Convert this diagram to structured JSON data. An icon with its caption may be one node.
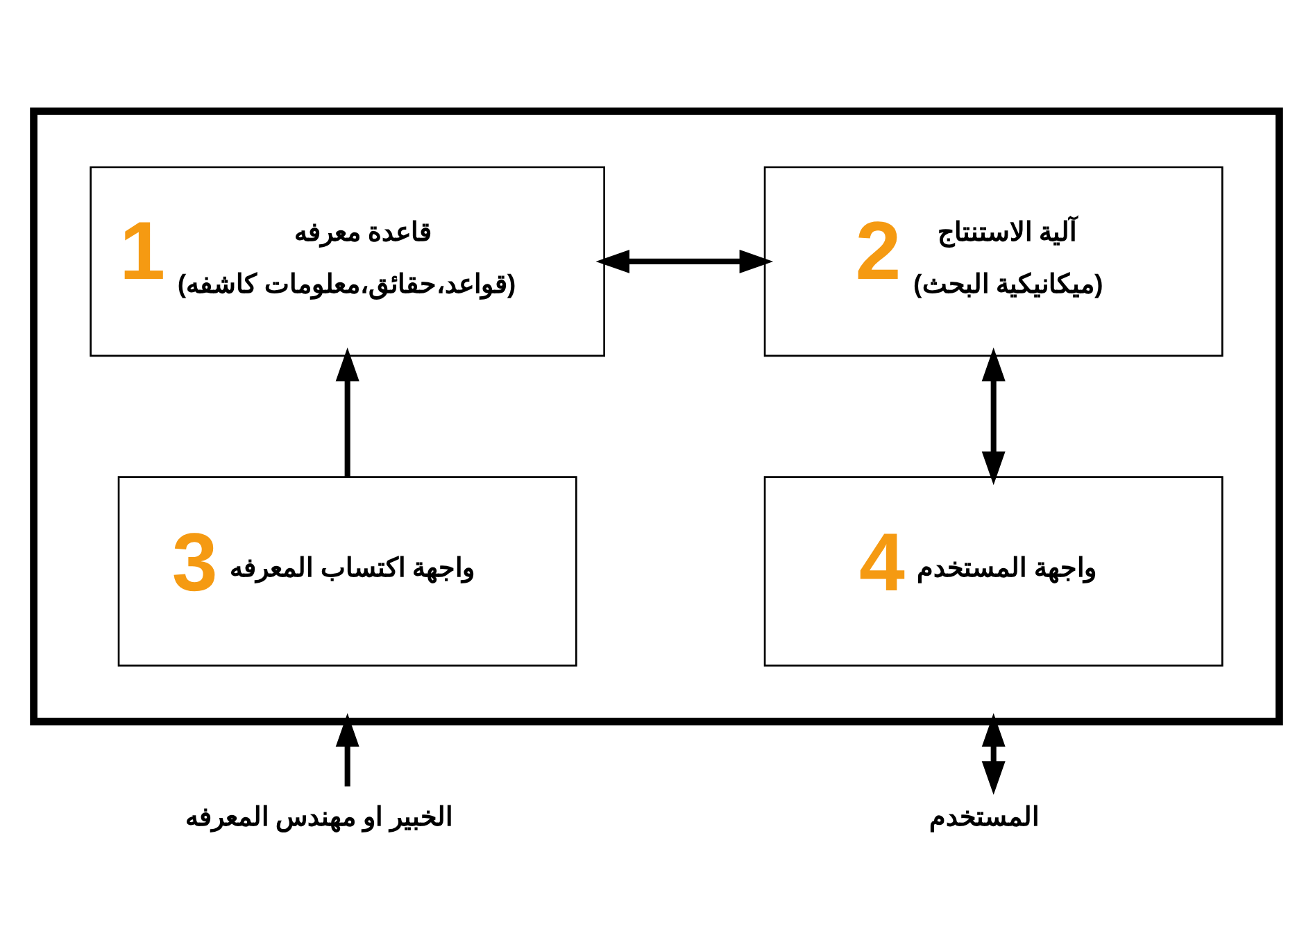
{
  "diagram": {
    "nodes": [
      {
        "text": [],
        "shape": "box"
      },
      {
        "text": [
          "قاعدة معرفه",
          "(قواعد،حقائق،معلومات كاشفه)",
          "1"
        ],
        "in": 0
      },
      {
        "text": [
          "آلية الاستنتاج",
          "(ميكانيكية البحث)",
          "2"
        ],
        "in": 0
      },
      {
        "text": [
          "واجهة اكتساب المعرفه",
          "3"
        ],
        "in": 0
      },
      {
        "text": [
          "واجهة المستخدم",
          "4"
        ],
        "in": 0
      },
      {
        "text": [
          "الخبير او مهندس المعرفه"
        ]
      },
      {
        "text": [
          "المستخدم"
        ]
      }
    ],
    "edges": [
      {
        "from": 1,
        "to": 2,
        "arrow": "both"
      },
      {
        "from": 3,
        "to": 1,
        "arrow": "to"
      },
      {
        "from": 2,
        "to": 4,
        "arrow": "both"
      },
      {
        "from": 5,
        "to": 0,
        "arrow": "to"
      },
      {
        "from": 6,
        "to": 0,
        "arrow": "both"
      }
    ]
  }
}
